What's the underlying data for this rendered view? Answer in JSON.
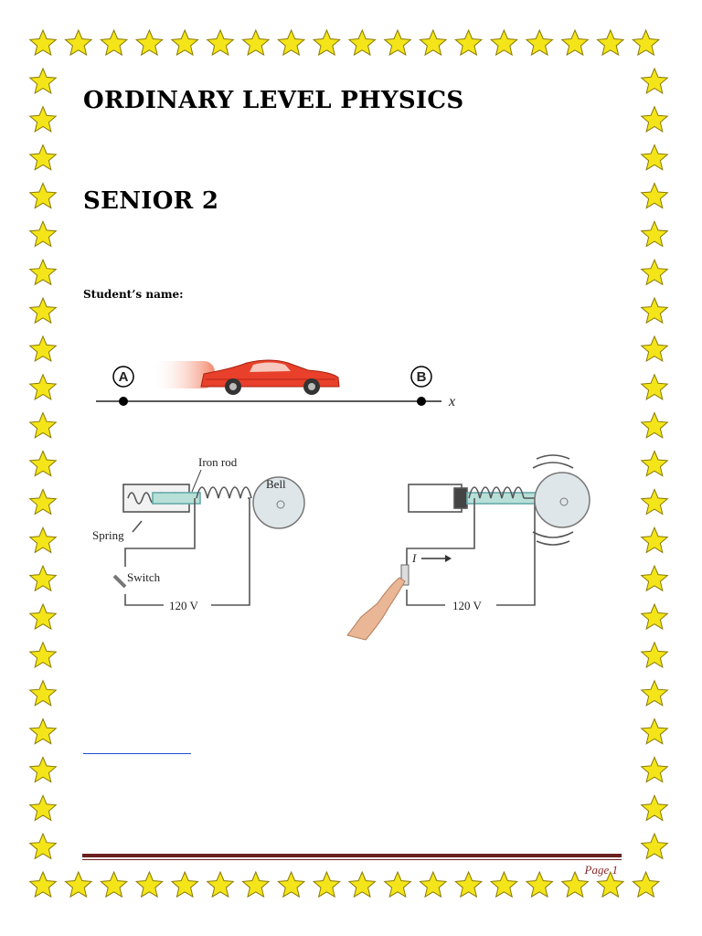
{
  "document": {
    "title": "ORDINARY LEVEL PHYSICS",
    "grade": "SENIOR 2",
    "student_label": "Student’s name:",
    "page_label": "Page 1"
  },
  "figures": {
    "car": {
      "point_a": "A",
      "point_b": "B",
      "axis_label": "x"
    },
    "bell": {
      "iron_rod": "Iron rod",
      "bell": "Bell",
      "spring": "Spring",
      "switch": "Switch",
      "voltage_left": "120 V",
      "current": "I",
      "voltage_right": "120 V"
    }
  },
  "colors": {
    "star_fill": "#f4e51a",
    "star_stroke": "#8a7a00",
    "footer_rule": "#6b1f1f",
    "car": "#e8402a"
  },
  "decoration": {
    "border_icon": "star-icon"
  }
}
